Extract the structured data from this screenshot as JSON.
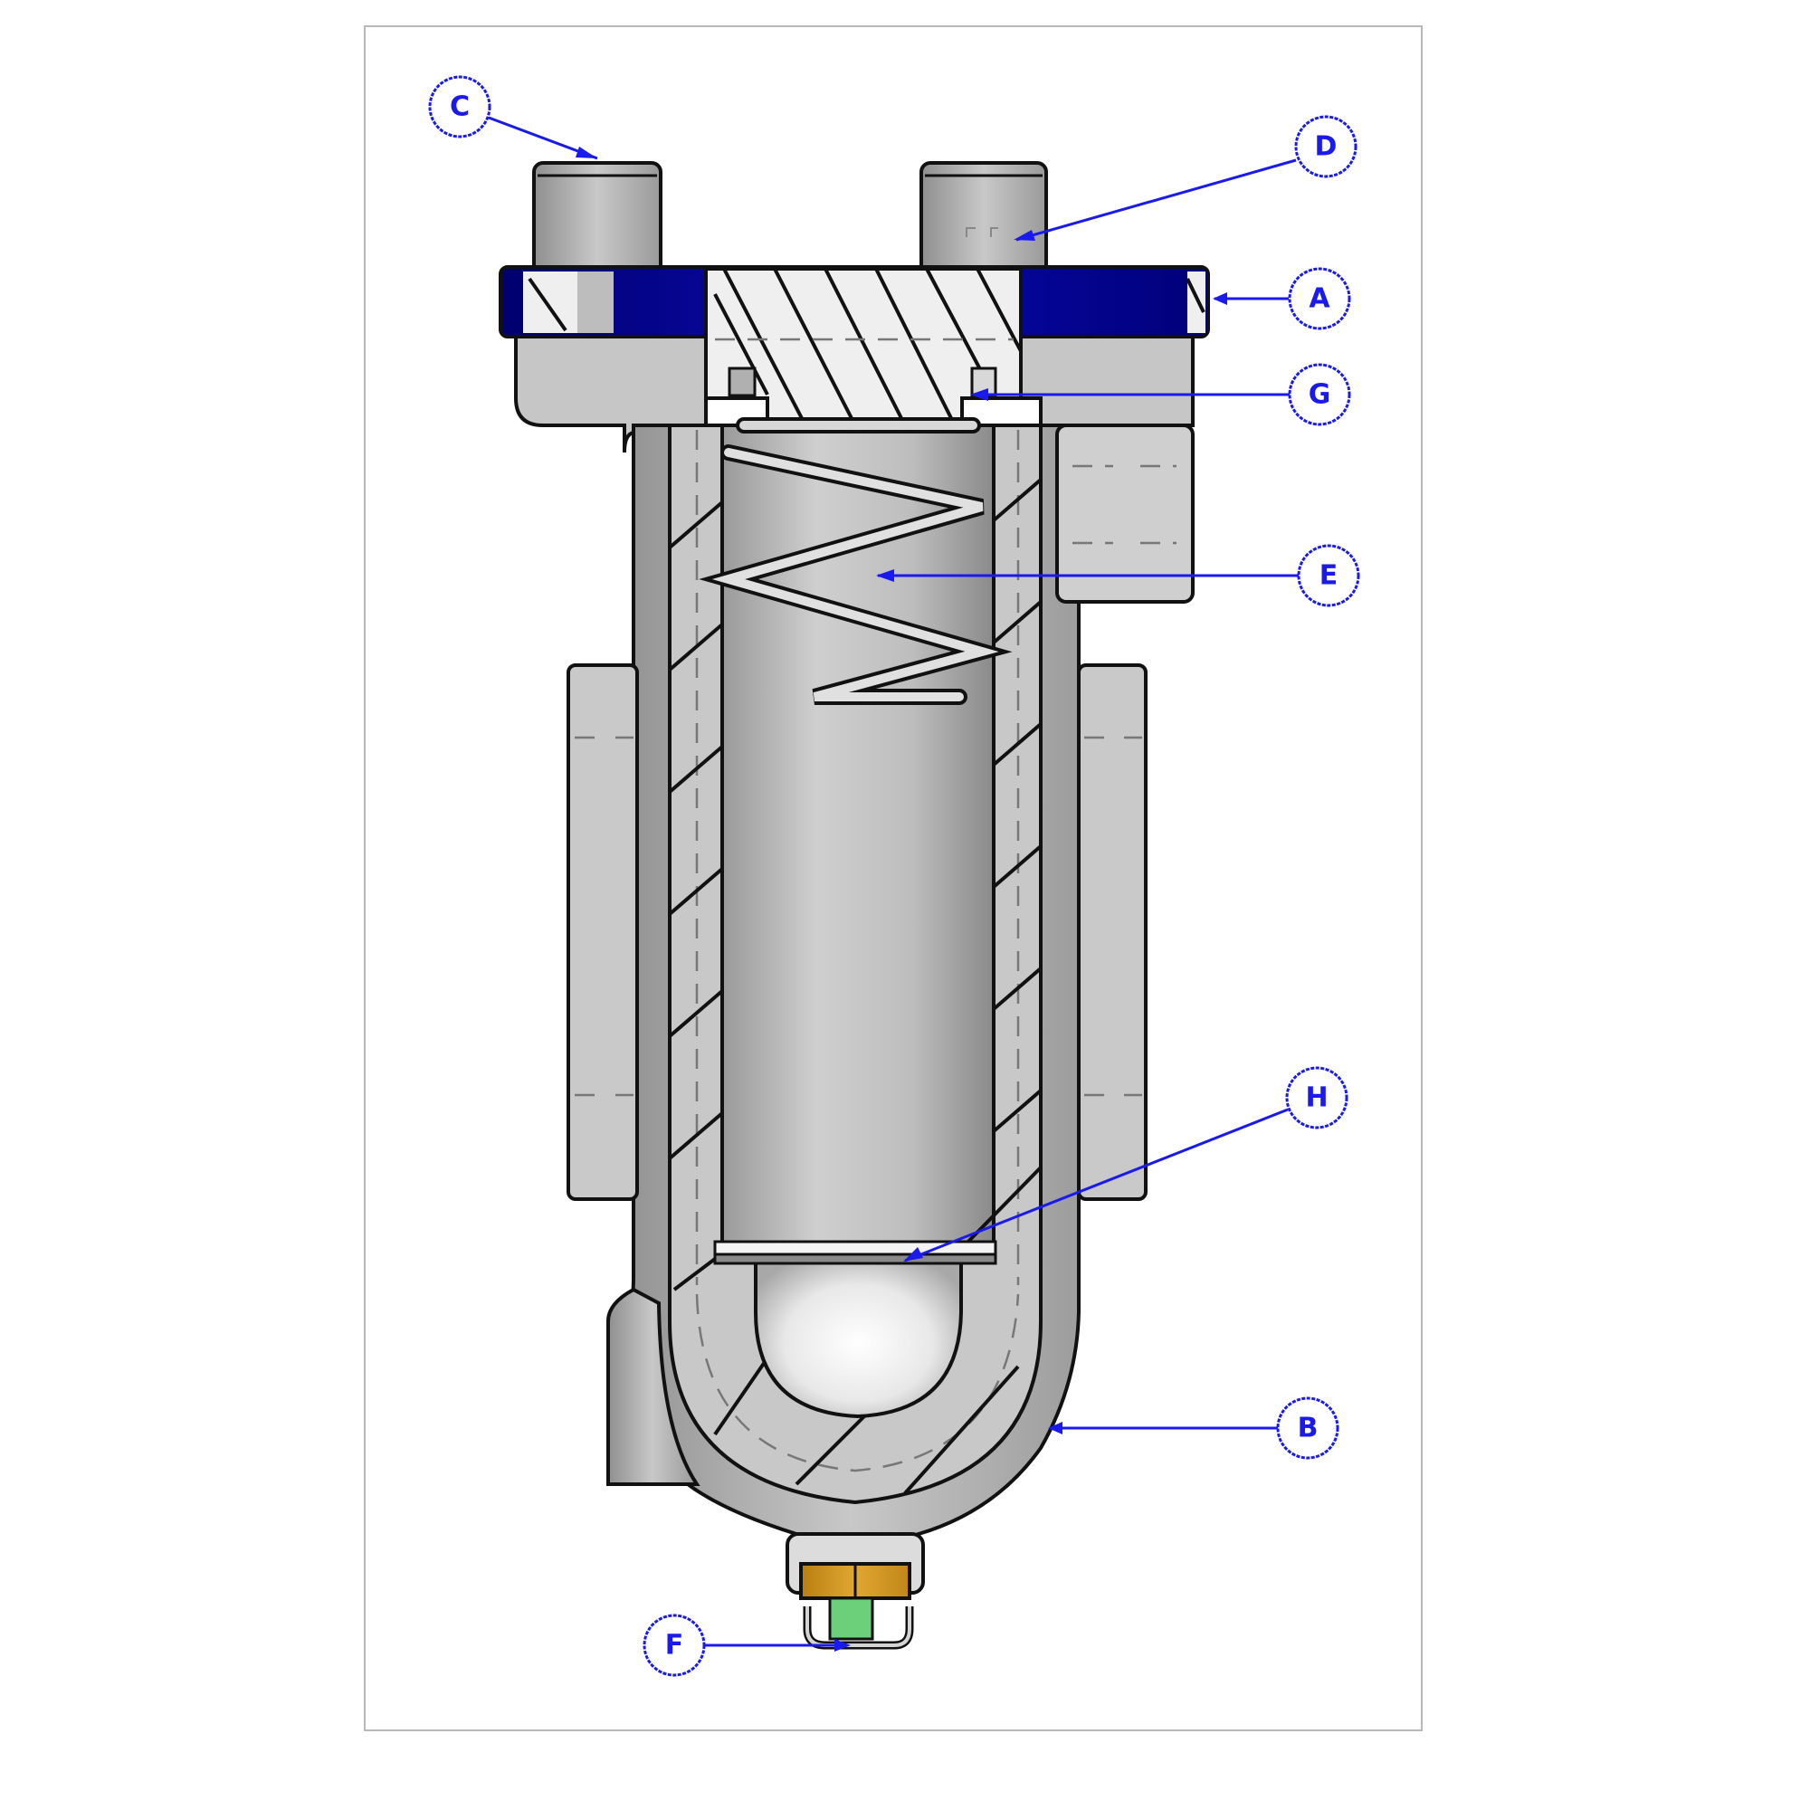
{
  "diagram": {
    "title": "",
    "description": "Cross-section view of a filter/strainer housing with labeled components",
    "colors": {
      "callout": "#1a1aee",
      "gasket": "#0a0a9c",
      "body_gray": "#c4c4c4",
      "section_face": "#efefef",
      "nut": "#d49a22",
      "valve_core": "#6ccf7a",
      "frame_border": "#b8b8b8"
    },
    "engraved_text": "",
    "callouts": [
      {
        "id": "A",
        "label": "A",
        "target": "flange-gasket"
      },
      {
        "id": "B",
        "label": "B",
        "target": "housing-body"
      },
      {
        "id": "C",
        "label": "C",
        "target": "inlet-port-left"
      },
      {
        "id": "D",
        "label": "D",
        "target": "outlet-port-right"
      },
      {
        "id": "E",
        "label": "E",
        "target": "spring"
      },
      {
        "id": "F",
        "label": "F",
        "target": "drain-valve"
      },
      {
        "id": "G",
        "label": "G",
        "target": "o-ring-seal"
      },
      {
        "id": "H",
        "label": "H",
        "target": "screen-element"
      }
    ]
  }
}
